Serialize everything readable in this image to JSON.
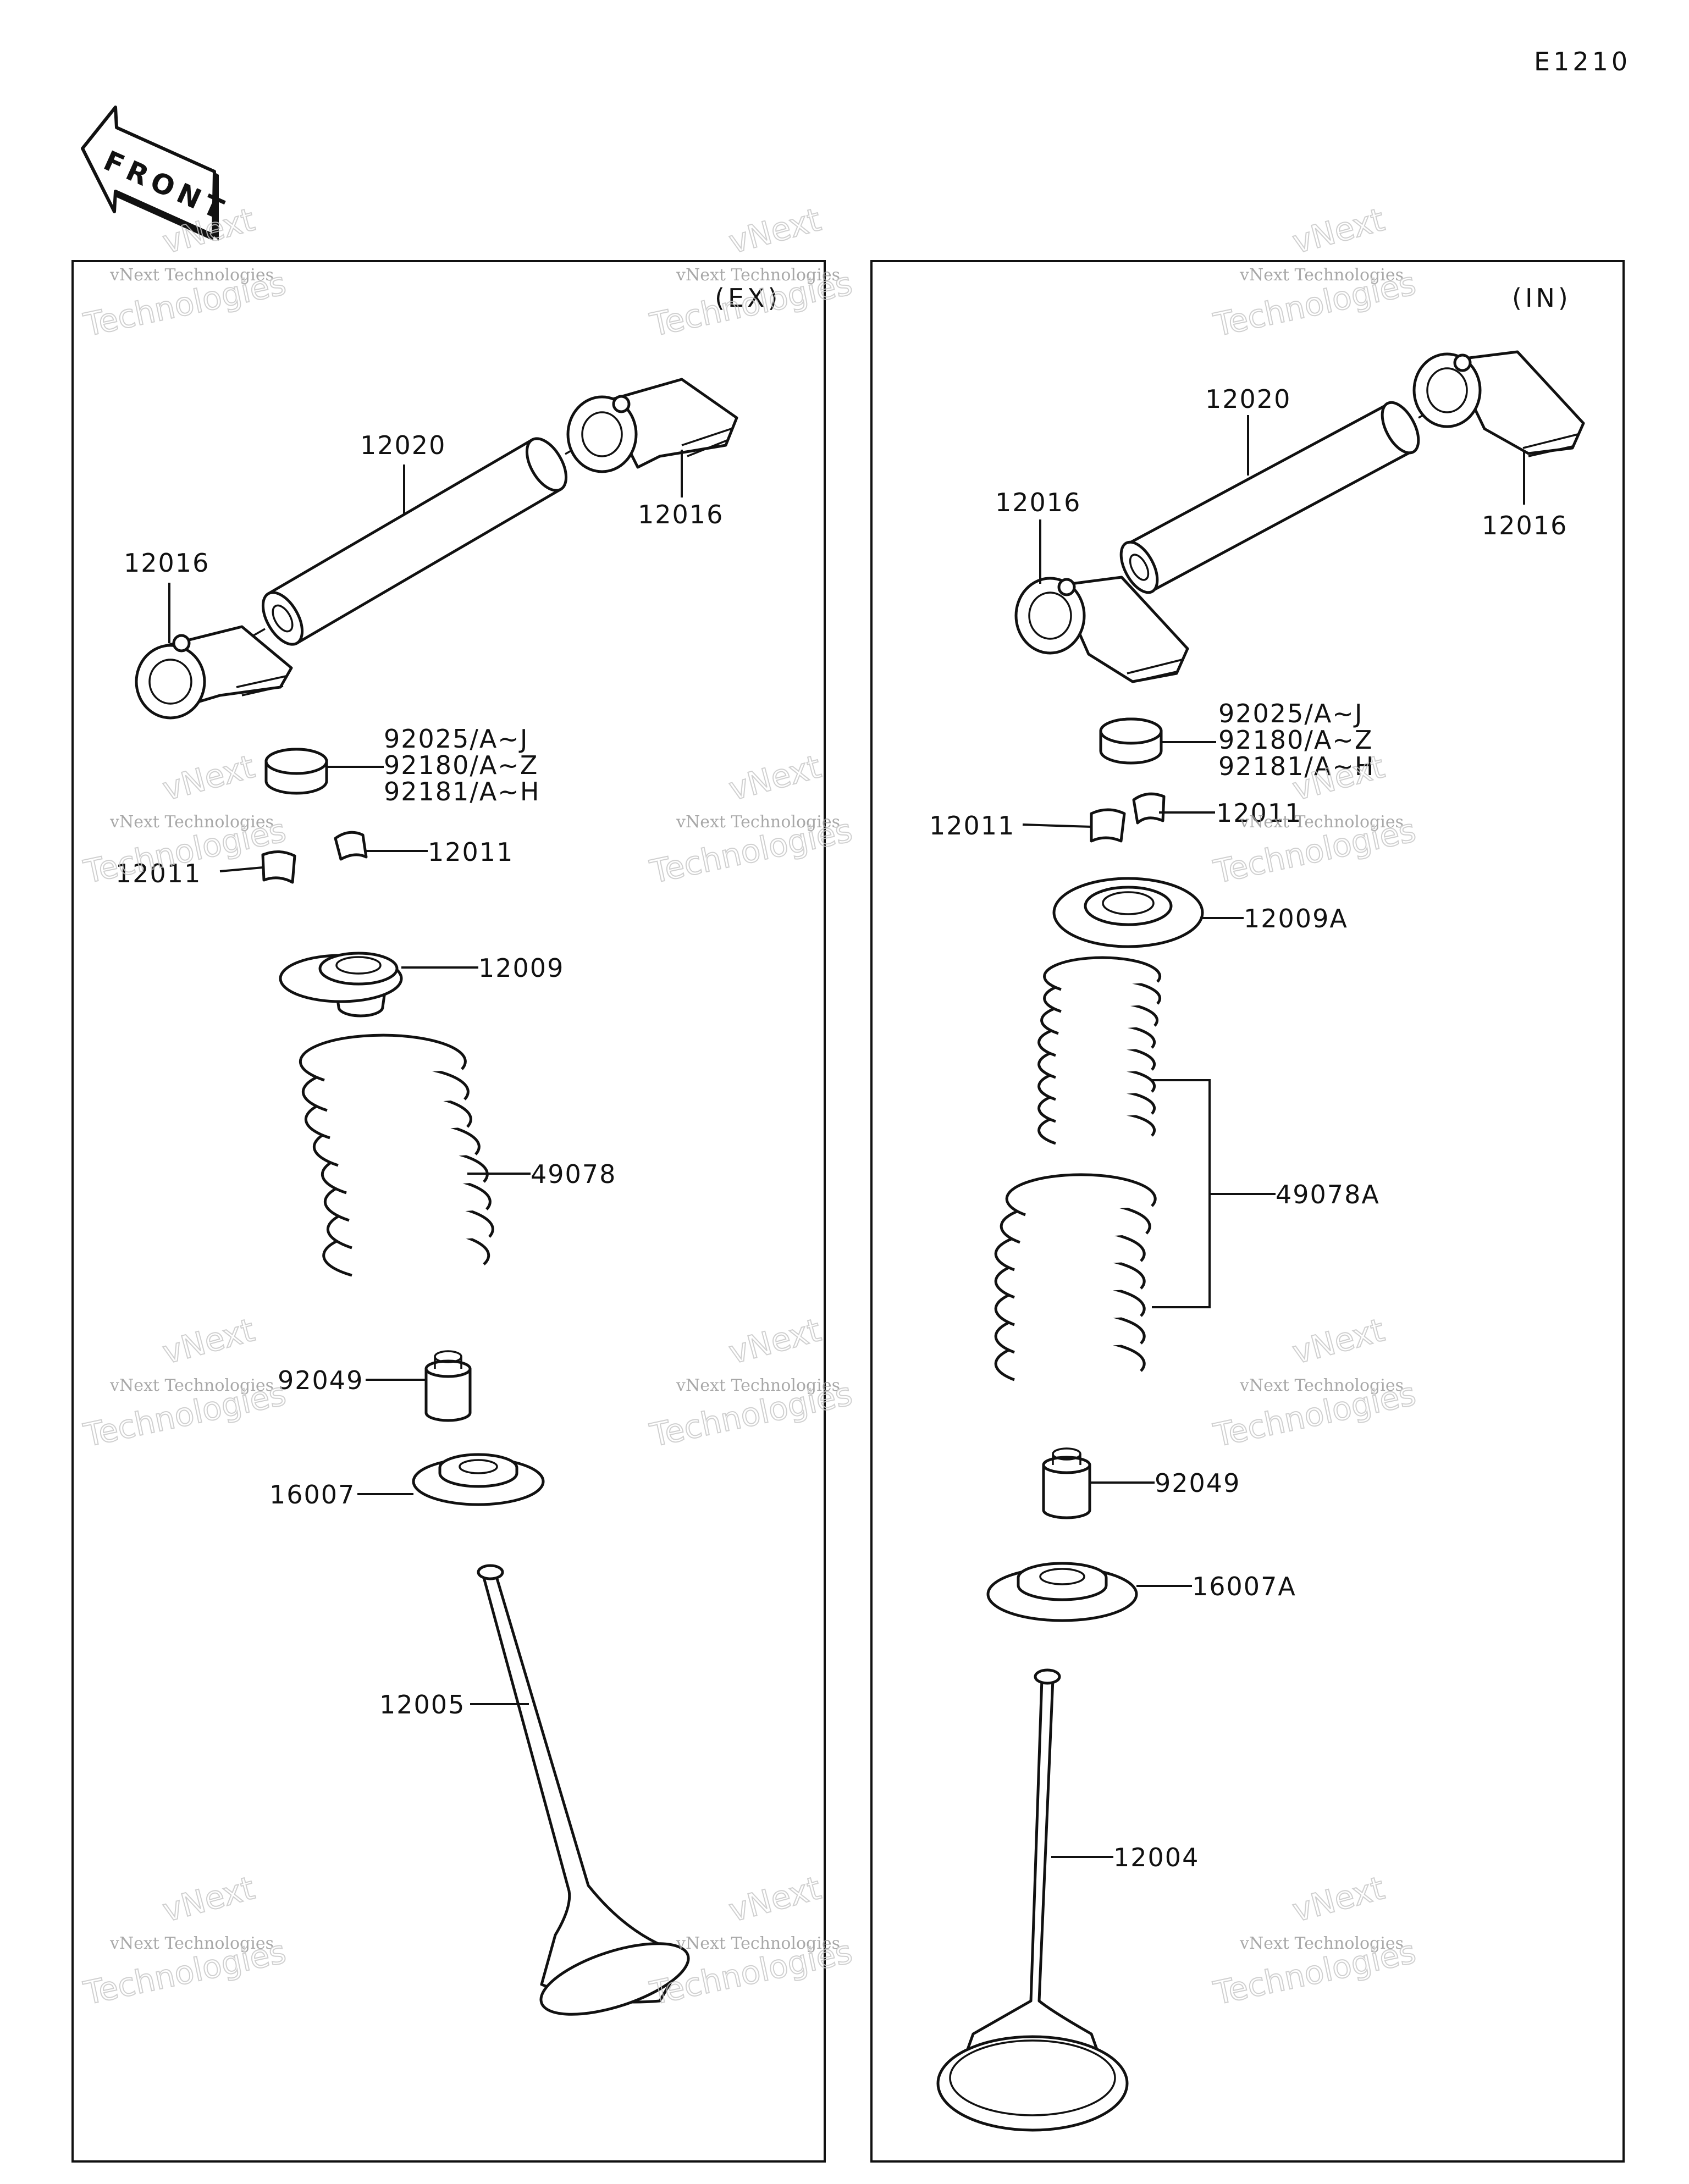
{
  "diagram_code": "E1210",
  "front_arrow": {
    "label": "FRONT",
    "icon": "front-arrow-icon"
  },
  "watermark": {
    "line1": "vNext Technologies",
    "line2": "Technologies",
    "line3": "vNext"
  },
  "panels": {
    "ex": {
      "header": "(EX)",
      "labels": {
        "shaft": "12020",
        "arm_right": "12016",
        "arm_left": "12016",
        "shim_1": "92025/A~J",
        "shim_2": "92180/A~Z",
        "shim_3": "92181/A~H",
        "cotter_right": "12011",
        "cotter_left": "12011",
        "retainer": "12009",
        "spring": "49078",
        "seal": "92049",
        "seat": "16007",
        "valve": "12005"
      }
    },
    "in": {
      "header": "(IN)",
      "labels": {
        "shaft": "12020",
        "arm_right": "12016",
        "arm_left": "12016",
        "shim_1": "92025/A~J",
        "shim_2": "92180/A~Z",
        "shim_3": "92181/A~H",
        "cotter_right": "12011",
        "cotter_left": "12011",
        "retainer": "12009A",
        "spring": "49078A",
        "seal": "92049",
        "seat": "16007A",
        "valve": "12004"
      }
    }
  }
}
